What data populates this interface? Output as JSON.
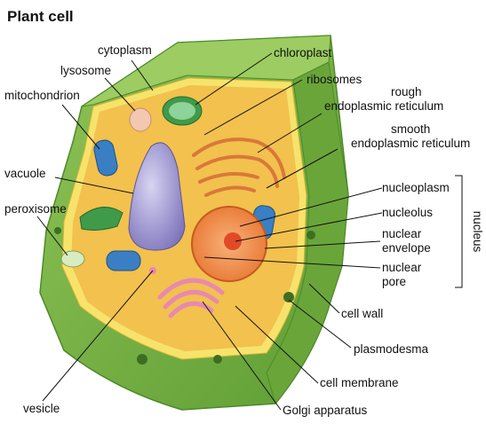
{
  "title": "Plant cell",
  "labels": {
    "cytoplasm": "cytoplasm",
    "lysosome": "lysosome",
    "mitochondrion": "mitochondrion",
    "vacuole": "vacuole",
    "peroxisome": "peroxisome",
    "vesicle": "vesicle",
    "chloroplast": "chloroplast",
    "ribosomes": "ribosomes",
    "rough_er_1": "rough",
    "rough_er_2": "endoplasmic reticulum",
    "smooth_er_1": "smooth",
    "smooth_er_2": "endoplasmic reticulum",
    "nucleoplasm": "nucleoplasm",
    "nucleolus": "nucleolus",
    "nuclear_envelope_1": "nuclear",
    "nuclear_envelope_2": "envelope",
    "nuclear_pore_1": "nuclear",
    "nuclear_pore_2": "pore",
    "nucleus": "nucleus",
    "cell_wall": "cell wall",
    "plasmodesma": "plasmodesma",
    "cell_membrane": "cell membrane",
    "golgi": "Golgi apparatus"
  },
  "colors": {
    "cell_wall": "#7cb342",
    "cell_wall_dark": "#4e8a2a",
    "cytoplasm": "#f2c14e",
    "membrane": "#f7e36b",
    "vacuole": "#8f86c9",
    "mitochondrion": "#3a7fc4",
    "chloroplast": "#3f9b4a",
    "nucleus": "#f08a3c",
    "golgi": "#e889b0",
    "er": "#d9783a",
    "lysosome": "#f3c8b0"
  }
}
